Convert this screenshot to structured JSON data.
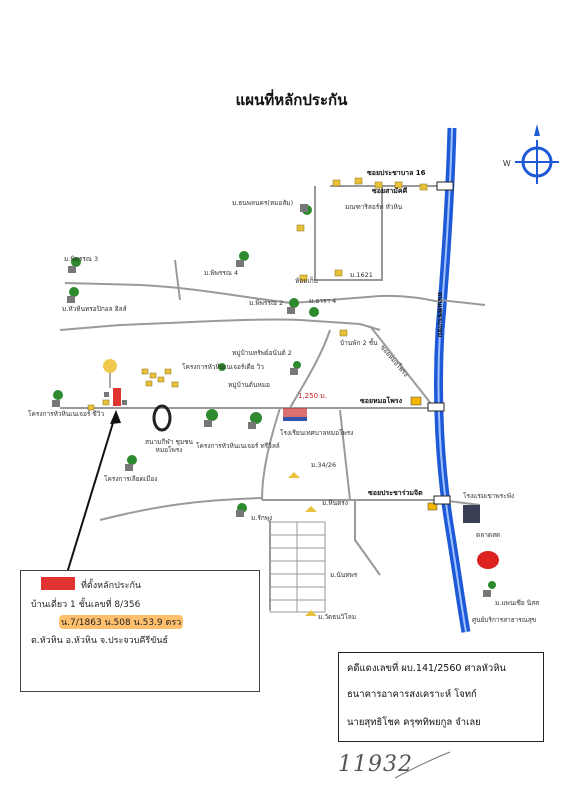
{
  "title": "แผนที่หลักประกัน",
  "colors": {
    "river": "#1e5ad7",
    "road": "#9a9a9a",
    "marker": "#e23333",
    "tree": "#2e8a2e",
    "house": "#e8c23a",
    "highlight": "#ffaa3c"
  },
  "roads": {
    "r1": "ซอยสามัคคี",
    "r2": "ซอยหมอโพรง",
    "r3": "ซอยประชาร่วมจิต",
    "r4": "ซอยประชาบาล 16",
    "vertical": "ถนนเพชรเกษม",
    "diag": "ซอยหมอโพรง"
  },
  "places": {
    "p1": "ม.ธนพลนคร(หมอสัม)",
    "p2": "มณฑาริสอร์ท หัวหิน",
    "p3": "ม.พิพรรณ 3",
    "p4": "ม.พิพรรณ 4",
    "p5": "ม.หัวหินทรอปิกอล ฮิลส์",
    "p6": "ม.พิพรรณ 2",
    "p7": "ม.อารา 4",
    "p8": "ห้อมเก็บ",
    "p9": "ม.1621",
    "p10": "หมู่บ้านทรัพย์อนันต์ 2",
    "p11": "บ้านพัก 2 ชั้น",
    "p12": "โครงการหัวหินเนเจอร์เดีย วิว",
    "p13": "หมู่บ้านต้นหมอ",
    "p14": "โครงการหัวหินเนเจอร์ ซีวิว",
    "p15": "สนามกีฬา ชุมชนหมอโพรง",
    "p16": "โครงการหัวหินเนเจอร์ ทรีวิลล์",
    "p17": "โรงเรียนเทศบาลหมอโพรง",
    "p18": "ม.34/26",
    "p19": "โครงการเลียดเมือง",
    "p20": "ม.หินตรง",
    "p21": "ม.รักพุง",
    "p22": "โรงแรมเขาพระพัง",
    "p23": "ตลาดสด",
    "p24": "ม.นันทพร",
    "p25": "ม.แพนเซีย นิสส",
    "p26": "ศูนย์บริการสาธารณสุข",
    "p27": "ม.วัดธนวิโลม"
  },
  "distance": "1,250 ม.",
  "legend": {
    "key": "ที่ตั้งหลักประกัน",
    "line1": "บ้านเดี่ยว 1 ชั้นเลขที่ 8/356",
    "line2": "น.7/1863 น.508 น.53.9 ตรว",
    "line3": "ต.หัวหิน อ.หัวหิน จ.ประจวบคีรีขันธ์"
  },
  "case": {
    "line1": "คดีแดงเลขที่ ผบ.141/2560 ศาลหัวหิน",
    "line2": "ธนาคารอาคารสงเคราะห์ โจทก์",
    "line3": "นายสุทธิโชค ครุฑทิพยกูล จำเลย"
  },
  "handwritten": "11932"
}
